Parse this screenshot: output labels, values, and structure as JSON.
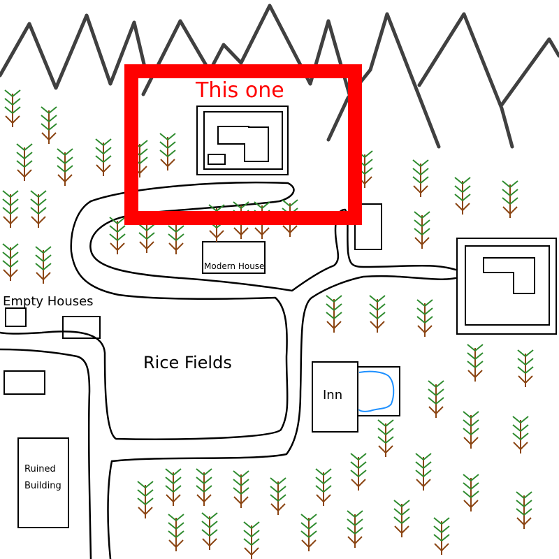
{
  "map": {
    "labels": {
      "highlight": "This one",
      "modern_house": "Modern House",
      "empty_houses": "Empty Houses",
      "rice_fields": "Rice Fields",
      "inn": "Inn",
      "ruined_line1": "Ruined",
      "ruined_line2": "Building"
    },
    "colors": {
      "highlight": "#ff0000",
      "mountains": "#404040",
      "tree_needles": "#2e8b2e",
      "tree_trunk": "#8b4513",
      "water": "#1e90ff",
      "ink": "#000000"
    },
    "icons": [
      "pine-tree-icon",
      "mountain-icon",
      "pond-icon"
    ]
  }
}
